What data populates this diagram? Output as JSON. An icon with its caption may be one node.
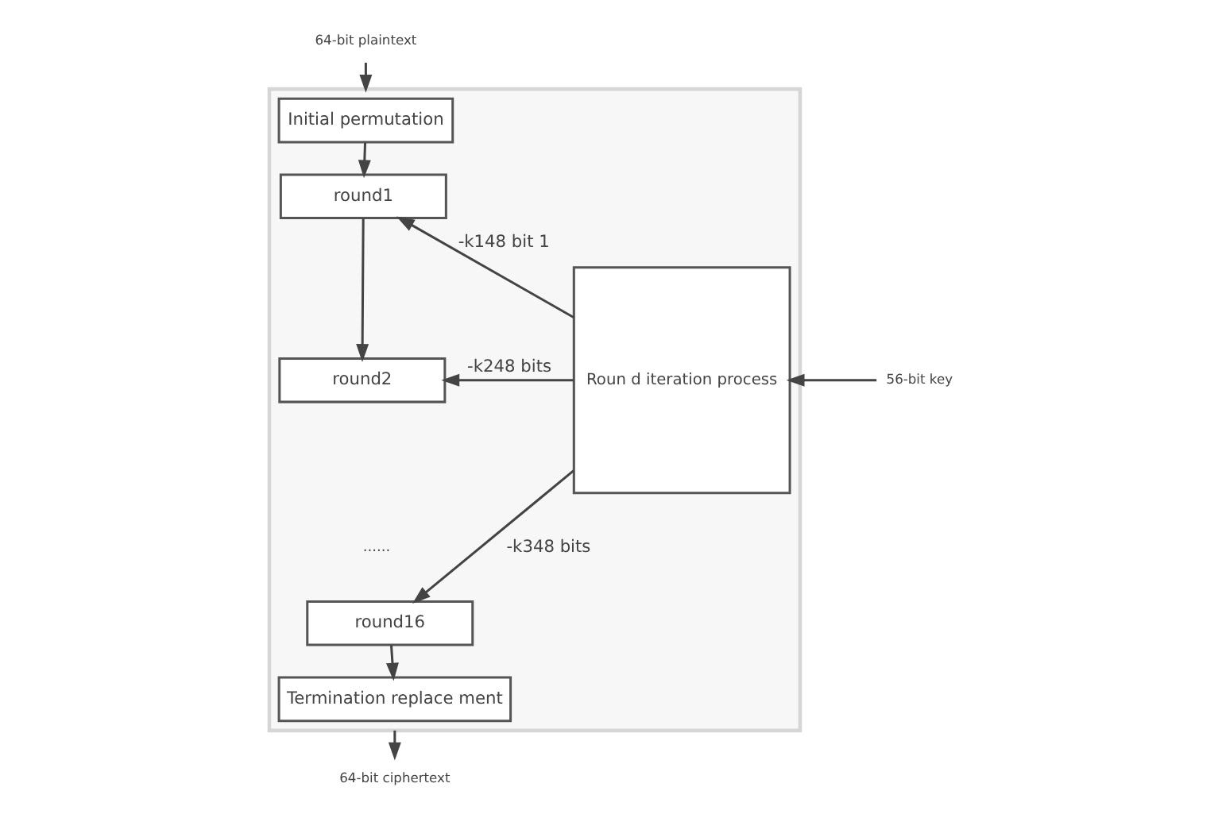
{
  "diagram": {
    "nodes": [
      {
        "text": [],
        "shape": "box"
      },
      {
        "text": [
          "64-bit plaintext"
        ]
      },
      {
        "text": [
          "Initial permutation"
        ],
        "in": 0
      },
      {
        "text": [
          "round1"
        ],
        "in": 0
      },
      {
        "text": [
          "round2"
        ],
        "in": 0
      },
      {
        "text": [
          "round16"
        ],
        "in": 0
      },
      {
        "text": [
          "Termination replace ment"
        ],
        "in": 0
      },
      {
        "text": [
          "Roun d iteration process"
        ],
        "in": 0
      },
      {
        "text": [
          "56-bit key"
        ]
      },
      {
        "text": [
          "64-bit ciphertext"
        ]
      }
    ],
    "edges": [
      {
        "from": 1,
        "to": 0,
        "arrow": "to"
      },
      {
        "from": 2,
        "to": 3,
        "arrow": "to"
      },
      {
        "from": 3,
        "to": 4,
        "arrow": "to"
      },
      {
        "from": 5,
        "to": 6,
        "arrow": "to"
      },
      {
        "from": 7,
        "to": 3,
        "arrow": "to",
        "label": "-k148 bit 1"
      },
      {
        "from": 7,
        "to": 4,
        "arrow": "to",
        "label": "-k248 bits"
      },
      {
        "from": 7,
        "to": 5,
        "arrow": "to",
        "label": "-k348 bits"
      },
      {
        "from": 8,
        "to": 7,
        "arrow": "to"
      },
      {
        "from": 0,
        "to": 9,
        "arrow": "to"
      }
    ],
    "labels": [
      "......"
    ]
  }
}
